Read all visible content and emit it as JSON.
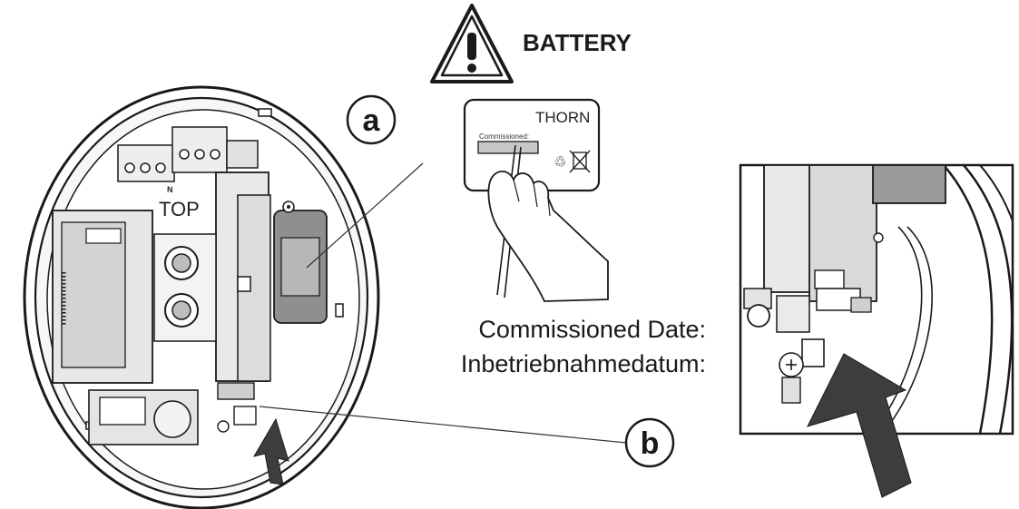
{
  "warning": {
    "label": "BATTERY",
    "icon": "warning-triangle-icon"
  },
  "callouts": {
    "a": "a",
    "b": "b"
  },
  "label_card": {
    "brand": "THORN",
    "field_label": "Commissioned:"
  },
  "device_text": {
    "top": "TOP",
    "n": "N"
  },
  "instruction": {
    "line1": "Commissioned Date:",
    "line2": "Inbetriebnahmedatum:"
  }
}
